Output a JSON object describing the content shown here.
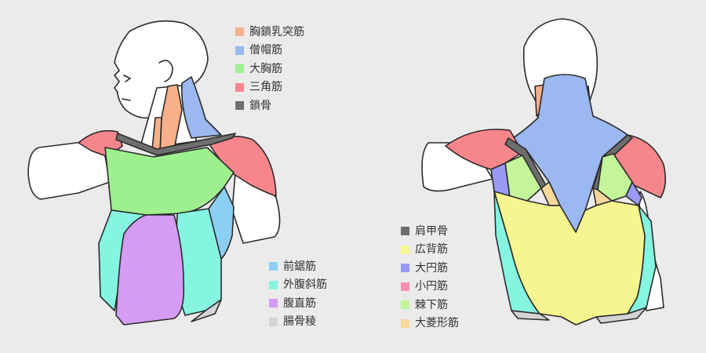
{
  "colors": {
    "background": "#ebebeb",
    "skin": "#ffffff",
    "outline": "#2b2b2b",
    "shadow": "#d6d6d6"
  },
  "legend_front_top": [
    {
      "label": "胸鎖乳突筋",
      "color": "#f7b08a"
    },
    {
      "label": "僧帽筋",
      "color": "#9bb8f0"
    },
    {
      "label": "大胸筋",
      "color": "#9ef08f"
    },
    {
      "label": "三角筋",
      "color": "#f7868c"
    },
    {
      "label": "鎖骨",
      "color": "#6e6e6e"
    }
  ],
  "legend_front_bottom": [
    {
      "label": "前鋸筋",
      "color": "#8ccff5"
    },
    {
      "label": "外腹斜筋",
      "color": "#85f5e1"
    },
    {
      "label": "腹直筋",
      "color": "#d69bf5"
    },
    {
      "label": "腸骨稜",
      "color": "#d4d4d4"
    }
  ],
  "legend_back": [
    {
      "label": "肩甲骨",
      "color": "#6e6e6e"
    },
    {
      "label": "広背筋",
      "color": "#f7f58f"
    },
    {
      "label": "大円筋",
      "color": "#9a9af5"
    },
    {
      "label": "小円筋",
      "color": "#f78fb0"
    },
    {
      "label": "棘下筋",
      "color": "#c4f59a"
    },
    {
      "label": "大菱形筋",
      "color": "#f7d79a"
    }
  ]
}
